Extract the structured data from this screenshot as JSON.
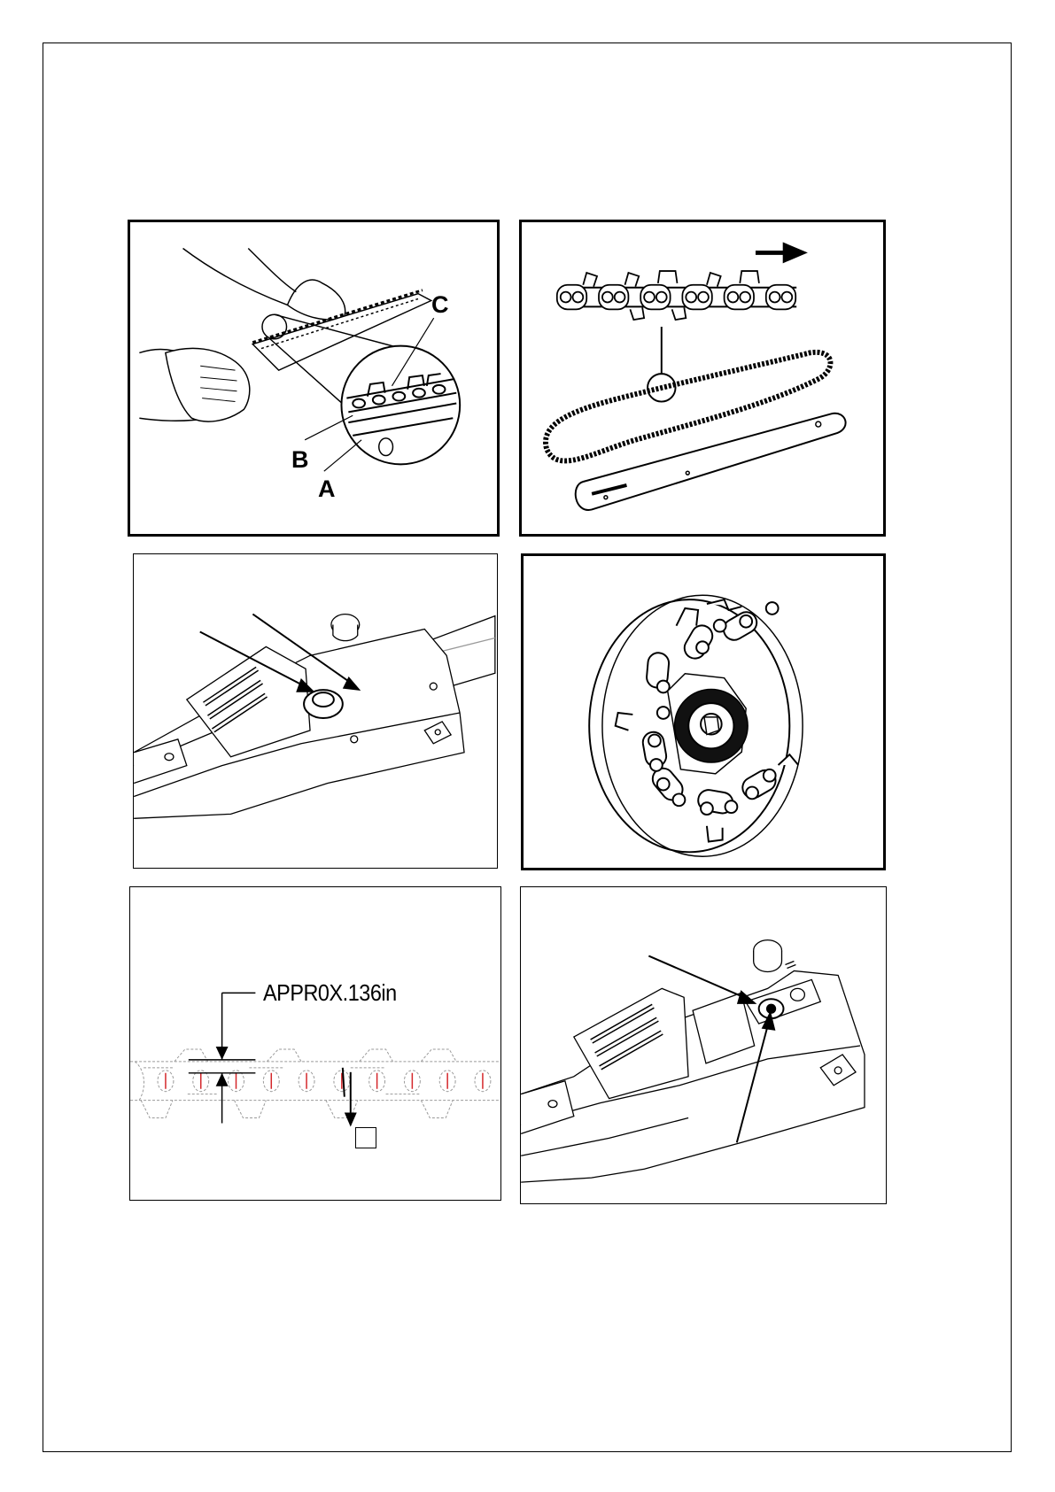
{
  "figures": [
    {
      "id": "fig-chain-orientation",
      "callouts": {
        "a": "A",
        "b": "B",
        "c": "C"
      }
    },
    {
      "id": "fig-chain-and-bar"
    },
    {
      "id": "fig-bar-mount"
    },
    {
      "id": "fig-chain-sprocket"
    },
    {
      "id": "fig-chain-tension",
      "dimension_label": "APPR0X.136in"
    },
    {
      "id": "fig-cover-adjust"
    }
  ],
  "colors": {
    "line": "#000000",
    "dim_red": "#d4262a",
    "dash_grey": "#9a9a9a",
    "fill_grey": "#e6e6e6"
  }
}
